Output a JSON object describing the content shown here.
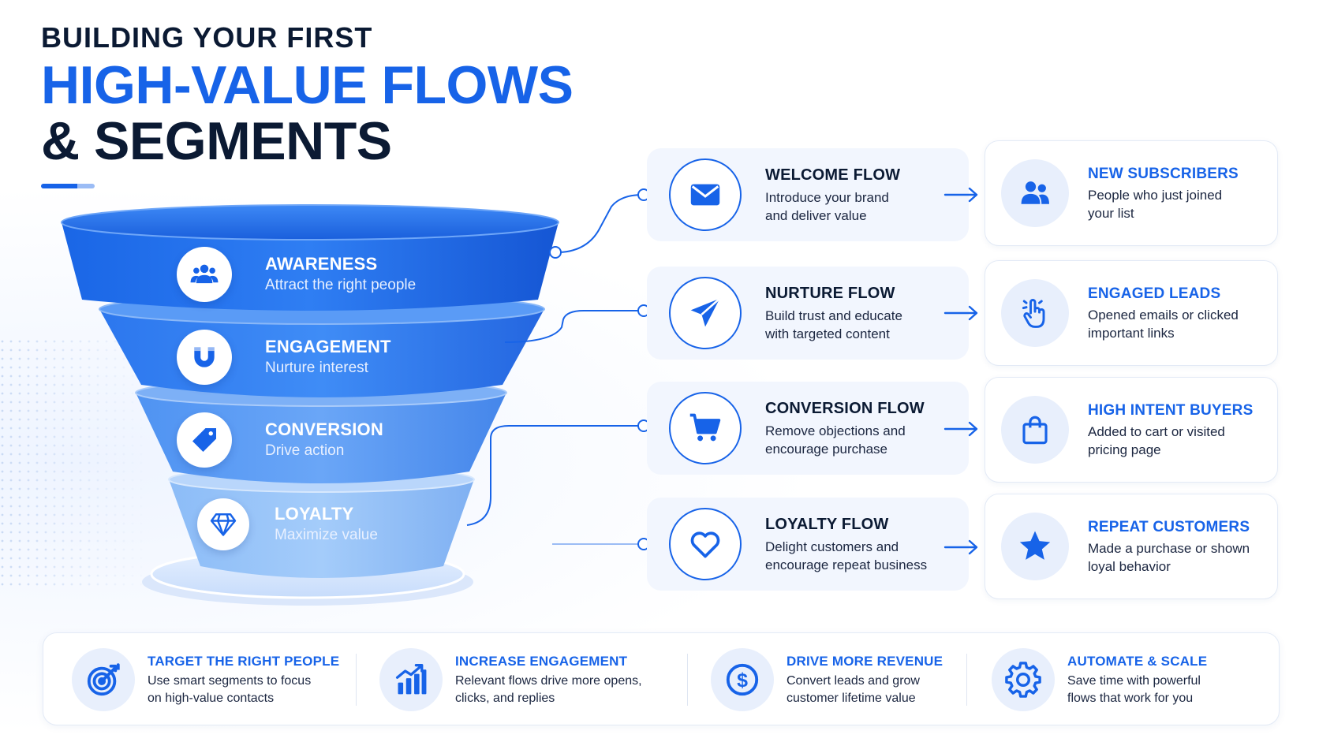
{
  "header": {
    "line1": "BUILDING YOUR FIRST",
    "line2": "HIGH-VALUE FLOWS",
    "line3": "& SEGMENTS"
  },
  "stages": [
    {
      "name": "AWARENESS",
      "desc": "Attract the right people",
      "icon": "users-icon"
    },
    {
      "name": "ENGAGEMENT",
      "desc": "Nurture interest",
      "icon": "magnet-icon"
    },
    {
      "name": "CONVERSION",
      "desc": "Drive action",
      "icon": "tag-icon"
    },
    {
      "name": "LOYALTY",
      "desc": "Maximize value",
      "icon": "diamond-icon"
    }
  ],
  "flows": [
    {
      "title": "WELCOME FLOW",
      "line1": "Introduce your brand",
      "line2": "and deliver value",
      "icon": "mail-icon"
    },
    {
      "title": "NURTURE FLOW",
      "line1": "Build trust and educate",
      "line2": "with targeted content",
      "icon": "paper-plane-icon"
    },
    {
      "title": "CONVERSION FLOW",
      "line1": "Remove objections and",
      "line2": "encourage purchase",
      "icon": "cart-icon"
    },
    {
      "title": "LOYALTY FLOW",
      "line1": "Delight customers and",
      "line2": "encourage repeat business",
      "icon": "heart-icon"
    }
  ],
  "segments": [
    {
      "title": "NEW SUBSCRIBERS",
      "line1": "People who just joined",
      "line2": "your list",
      "icon": "user-group-icon"
    },
    {
      "title": "ENGAGED LEADS",
      "line1": "Opened emails or clicked",
      "line2": "important links",
      "icon": "pointer-hand-icon"
    },
    {
      "title": "HIGH INTENT BUYERS",
      "line1": "Added to cart or visited",
      "line2": "pricing page",
      "icon": "shopping-bag-icon"
    },
    {
      "title": "REPEAT CUSTOMERS",
      "line1": "Made a purchase or shown",
      "line2": "loyal behavior",
      "icon": "star-icon"
    }
  ],
  "benefits": [
    {
      "title": "TARGET THE RIGHT PEOPLE",
      "line1": "Use smart segments to focus",
      "line2": "on high-value contacts",
      "icon": "target-icon"
    },
    {
      "title": "INCREASE ENGAGEMENT",
      "line1": "Relevant flows drive more opens,",
      "line2": "clicks, and replies",
      "icon": "growth-chart-icon"
    },
    {
      "title": "DRIVE MORE REVENUE",
      "line1": "Convert leads and grow",
      "line2": "customer lifetime value",
      "icon": "dollar-icon"
    },
    {
      "title": "AUTOMATE & SCALE",
      "line1": "Save time with powerful",
      "line2": "flows that work for you",
      "icon": "gear-icon"
    }
  ],
  "colors": {
    "primary": "#1763e8",
    "dark": "#0b1a33",
    "card_bg": "#f2f6fe",
    "icon_bg": "#e8effc"
  }
}
